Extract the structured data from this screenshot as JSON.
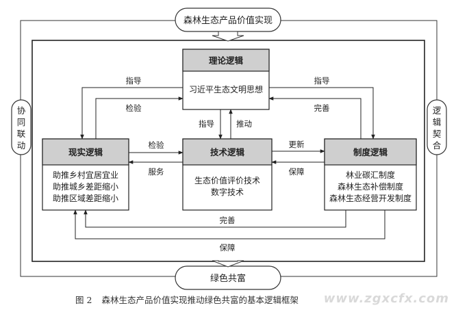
{
  "top_pill": "森林生态产品价值实现",
  "bottom_pill": "绿色共富",
  "left_side_label": [
    "协",
    "同",
    "联",
    "动"
  ],
  "right_side_label": [
    "逻",
    "辑",
    "契",
    "合"
  ],
  "theory_box": {
    "title": "理论逻辑",
    "body": [
      "习近平生态文明思想"
    ]
  },
  "reality_box": {
    "title": "现实逻辑",
    "body": [
      "助推乡村宜居宜业",
      "助推城乡差距缩小",
      "助推区域差距缩小"
    ]
  },
  "tech_box": {
    "title": "技术逻辑",
    "body": [
      "生态价值评价技术",
      "数字技术"
    ]
  },
  "system_box": {
    "title": "制度逻辑",
    "body": [
      "林业碳汇制度",
      "森林生态补偿制度",
      "森林生态经营开发制度"
    ]
  },
  "edges": {
    "theory_to_reality": "指导",
    "reality_to_theory": "检验",
    "theory_to_system": "指导",
    "system_to_theory": "完善",
    "theory_to_tech": "指导",
    "tech_to_theory": "推动",
    "reality_to_tech": "检验",
    "tech_to_reality": "服务",
    "tech_to_system": "更新",
    "system_to_tech": "保障",
    "system_to_reality_bottom": "完善",
    "system_to_reality_outer": "保障"
  },
  "caption": {
    "figure_number": "图 2",
    "text": "森林生态产品价值实现推动绿色共富的基本逻辑框架"
  },
  "watermark": "www.zgxcfx.com"
}
